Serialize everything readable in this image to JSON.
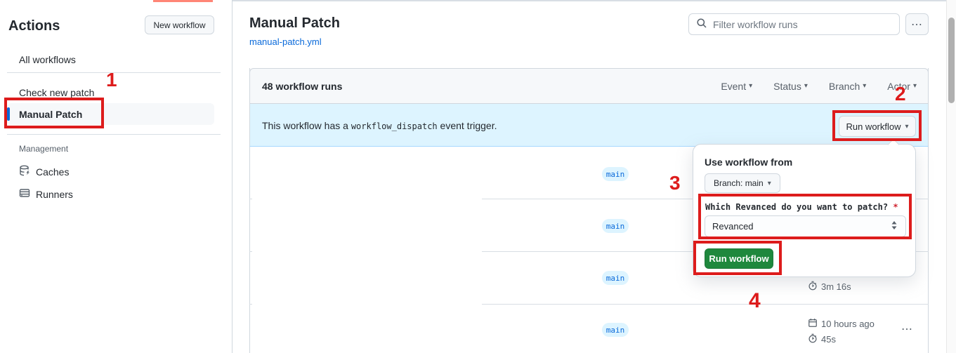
{
  "sidebar": {
    "title": "Actions",
    "new_workflow_button": "New workflow",
    "items": [
      {
        "label": "All workflows"
      },
      {
        "label": "Check new patch"
      },
      {
        "label": "Manual Patch",
        "selected": true
      }
    ],
    "management": {
      "heading": "Management",
      "items": [
        {
          "label": "Caches"
        },
        {
          "label": "Runners"
        }
      ]
    }
  },
  "header": {
    "title": "Manual Patch",
    "workflow_file": "manual-patch.yml",
    "filter_placeholder": "Filter workflow runs"
  },
  "runs_table": {
    "count_label": "48 workflow runs",
    "filters": [
      {
        "label": "Event"
      },
      {
        "label": "Status"
      },
      {
        "label": "Branch"
      },
      {
        "label": "Actor"
      }
    ],
    "banner": {
      "text_before": "This workflow has a ",
      "code": "workflow_dispatch",
      "text_after": " event trigger.",
      "run_workflow_button": "Run workflow"
    },
    "rows": [
      {
        "branch": "main"
      },
      {
        "branch": "main"
      },
      {
        "branch": "main",
        "duration": "3m 16s"
      },
      {
        "branch": "main",
        "time": "10 hours ago",
        "duration": "45s"
      }
    ]
  },
  "run_dropdown": {
    "heading": "Use workflow from",
    "branch_button": "Branch: main",
    "input_label": "Which Revanced do you want to patch?",
    "required_marker": "*",
    "select_value": "Revanced",
    "submit_button": "Run workflow"
  },
  "annotations": {
    "step1": "1",
    "step2": "2",
    "step3": "3",
    "step4": "4"
  },
  "icons": {
    "caret_down": "▾",
    "kebab_horizontal": "⋯"
  },
  "colors": {
    "accent_blue": "#0969da",
    "banner_blue": "#ddf4ff",
    "button_green": "#1f883d",
    "annotation_red": "#dd1c1c",
    "top_bar_salmon": "#ff8576",
    "border_gray": "#d0d7de"
  }
}
